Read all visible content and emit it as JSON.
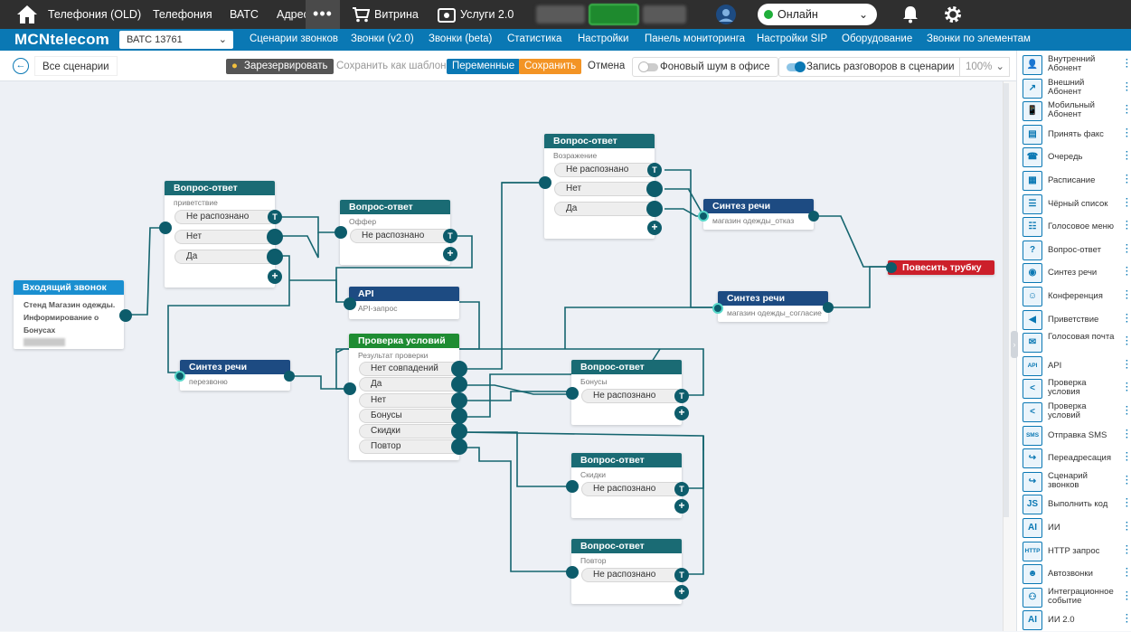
{
  "topbar": {
    "items": [
      "Телефония (OLD)",
      "Телефония",
      "ВАТС",
      "Адрес"
    ],
    "more": "•••",
    "vitrina": "Витрина",
    "services": "Услуги 2.0",
    "status": "Онлайн"
  },
  "navbar": {
    "logo": "MCNtelecom",
    "vats": "ВАТС 13761",
    "links": [
      "Сценарии звонков",
      "Звонки (v2.0)",
      "Звонки (beta)",
      "Статистика",
      "Настройки",
      "Панель мониторинга",
      "Настройки SIP",
      "Оборудование",
      "Звонки по элементам"
    ]
  },
  "toolbar": {
    "all_scenarios": "Все сценарии",
    "reserve": "Зарезервировать",
    "save_template": "Сохранить как шаблон",
    "variables": "Переменные",
    "save": "Сохранить",
    "cancel": "Отмена",
    "bg_noise": "Фоновый шум в офисе",
    "record": "Запись разговоров в сценарии",
    "zoom": "100%"
  },
  "nodes": {
    "incoming": {
      "title": "Входящий звонок",
      "line1": "Стенд Магазин одежды.",
      "line2": "Информирование о",
      "line3": "Бонусах"
    },
    "qa1": {
      "title": "Вопрос-ответ",
      "sub": "приветствие",
      "opts": [
        "Не распознано",
        "Нет",
        "Да"
      ]
    },
    "qa2": {
      "title": "Вопрос-ответ",
      "sub": "Оффер",
      "opts": [
        "Не распознано"
      ]
    },
    "qa3": {
      "title": "Вопрос-ответ",
      "sub": "Возражение",
      "opts": [
        "Не распознано",
        "Нет",
        "Да"
      ]
    },
    "tts1": {
      "title": "Синтез речи",
      "sub": "перезвоню"
    },
    "tts2": {
      "title": "Синтез речи",
      "sub": "магазин одежды_отказ"
    },
    "tts3": {
      "title": "Синтез речи",
      "sub": "магазин одежды_согласие"
    },
    "hangup": {
      "title": "Повесить трубку"
    },
    "api": {
      "title": "API",
      "sub": "API-запрос"
    },
    "check": {
      "title": "Проверка условий",
      "sub": "Результат проверки",
      "opts": [
        "Нет совпадений",
        "Да",
        "Нет",
        "Бонусы",
        "Скидки",
        "Повтор"
      ]
    },
    "qa_bonus": {
      "title": "Вопрос-ответ",
      "sub": "Бонусы",
      "opts": [
        "Не распознано"
      ]
    },
    "qa_disc": {
      "title": "Вопрос-ответ",
      "sub": "Скидки",
      "opts": [
        "Не распознано"
      ]
    },
    "qa_rep": {
      "title": "Вопрос-ответ",
      "sub": "Повтор",
      "opts": [
        "Не распознано"
      ]
    },
    "t": "T",
    "plus": "+"
  },
  "palette": [
    {
      "label": "Внутренний Абонент",
      "icon": "person-icon",
      "glyph": "👤"
    },
    {
      "label": "Внешний Абонент",
      "icon": "external-person-icon",
      "glyph": "↗"
    },
    {
      "label": "Мобильный Абонент",
      "icon": "mobile-icon",
      "glyph": "📱"
    },
    {
      "label": "Принять факс",
      "icon": "fax-icon",
      "glyph": "▤"
    },
    {
      "label": "Очередь",
      "icon": "queue-icon",
      "glyph": "☎"
    },
    {
      "label": "Расписание",
      "icon": "schedule-icon",
      "glyph": "▦"
    },
    {
      "label": "Чёрный список",
      "icon": "blacklist-icon",
      "glyph": "☰"
    },
    {
      "label": "Голосовое меню",
      "icon": "voice-menu-icon",
      "glyph": "☷"
    },
    {
      "label": "Вопрос-ответ",
      "icon": "qa-icon",
      "glyph": "?"
    },
    {
      "label": "Синтез речи",
      "icon": "tts-icon",
      "glyph": "◉"
    },
    {
      "label": "Конференция",
      "icon": "conference-icon",
      "glyph": "☺"
    },
    {
      "label": "Приветствие",
      "icon": "greeting-icon",
      "glyph": "◀"
    },
    {
      "label": "Голосовая почта",
      "icon": "voicemail-icon",
      "glyph": "✉"
    },
    {
      "label": "API",
      "icon": "api-icon",
      "glyph": "API"
    },
    {
      "label": "Проверка условия",
      "icon": "condition-icon",
      "glyph": "<"
    },
    {
      "label": "Проверка условий",
      "icon": "conditions-icon",
      "glyph": "<"
    },
    {
      "label": "Отправка SMS",
      "icon": "sms-icon",
      "glyph": "SMS"
    },
    {
      "label": "Переадресация",
      "icon": "redirect-icon",
      "glyph": "↪"
    },
    {
      "label": "Сценарий звонков",
      "icon": "call-scenario-icon",
      "glyph": "↪"
    },
    {
      "label": "Выполнить код",
      "icon": "js-icon",
      "glyph": "JS"
    },
    {
      "label": "ИИ",
      "icon": "ai-icon",
      "glyph": "AI"
    },
    {
      "label": "HTTP запрос",
      "icon": "http-icon",
      "glyph": "HTTP"
    },
    {
      "label": "Автозвонки",
      "icon": "autocall-icon",
      "glyph": "☻"
    },
    {
      "label": "Интеграционное событие",
      "icon": "integration-icon",
      "glyph": "⚇"
    },
    {
      "label": "ИИ 2.0",
      "icon": "ai2-icon",
      "glyph": "AI"
    }
  ]
}
